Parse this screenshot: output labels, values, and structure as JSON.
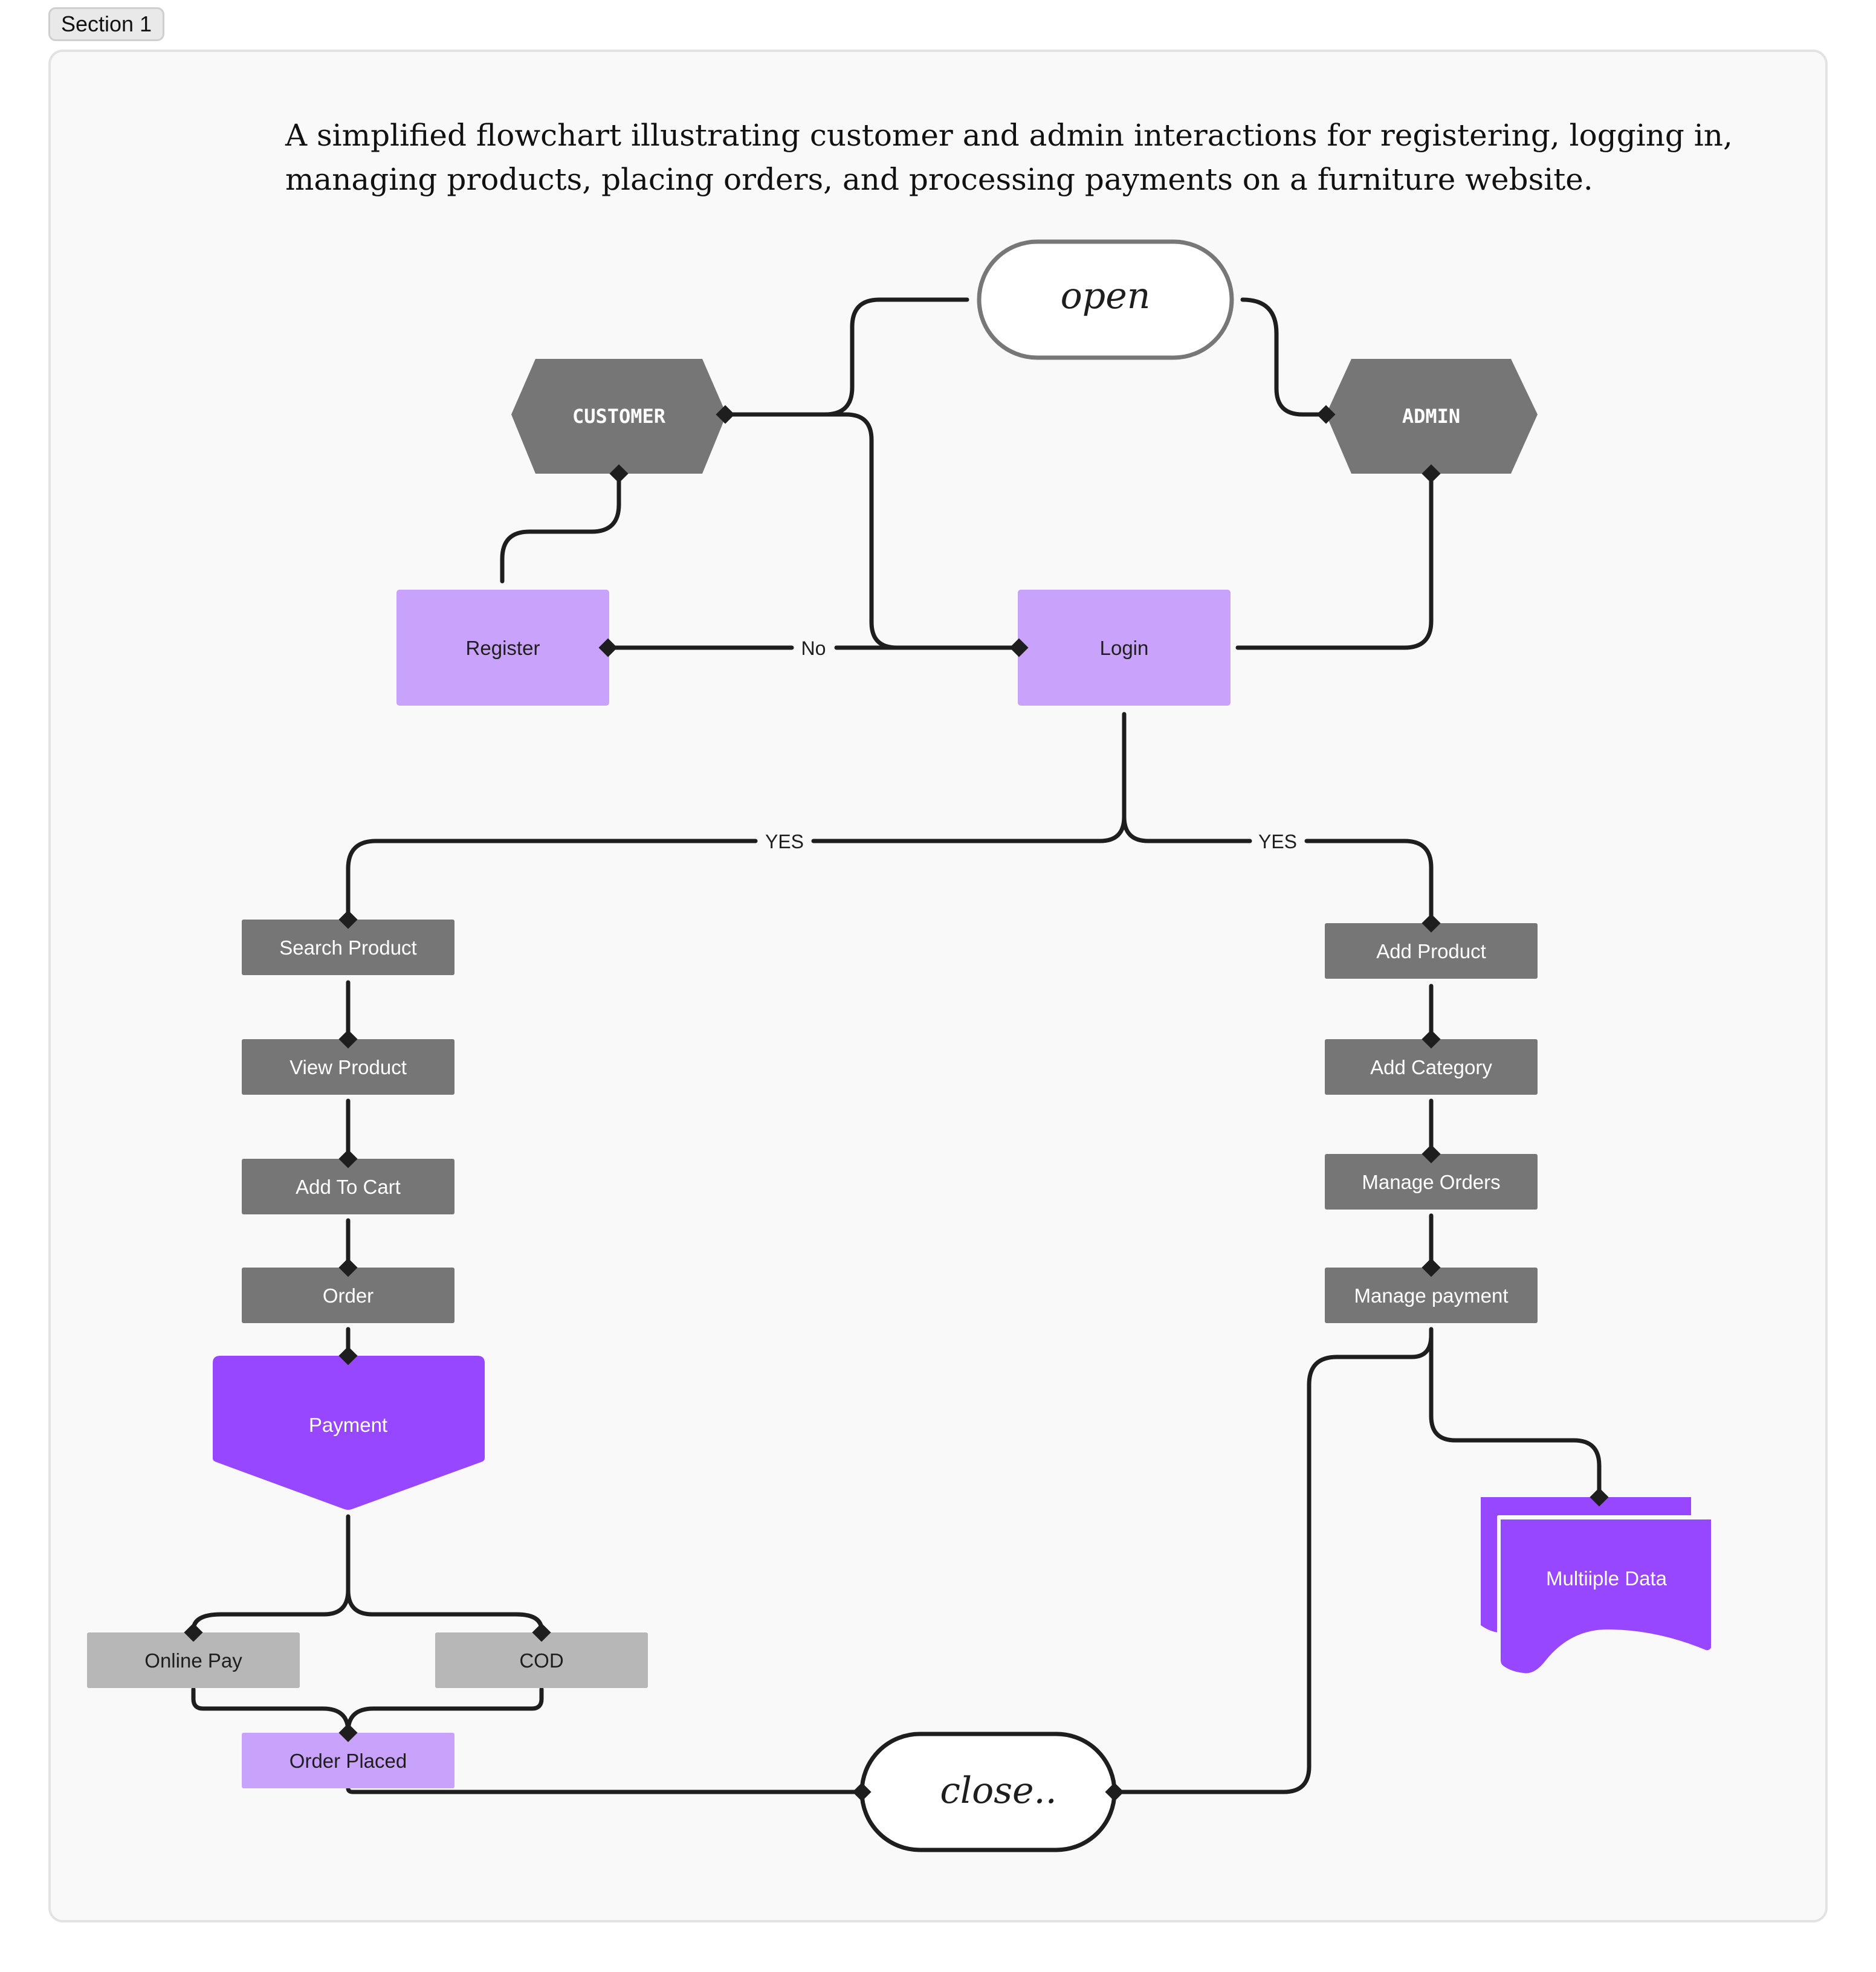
{
  "section": {
    "label": "Section 1"
  },
  "description": "A simplified flowchart illustrating customer and admin interactions for registering, logging in, managing products, placing orders, and processing payments on a furniture website.",
  "colors": {
    "dark_node": "#767676",
    "light_node": "#b7b7b7",
    "lilac_node": "#c9a3fb",
    "violet_node": "#9747ff",
    "edge": "#1e1e1e"
  },
  "nodes": {
    "open": "open",
    "customer": "CUSTOMER",
    "admin": "ADMIN",
    "register": "Register",
    "login": "Login",
    "search_product": "Search Product",
    "view_product": "View Product",
    "add_to_cart": "Add To Cart",
    "order": "Order",
    "payment": "Payment",
    "online_pay": "Online Pay",
    "cod": "COD",
    "order_placed": "Order Placed",
    "add_product": "Add Product",
    "add_category": "Add Category",
    "manage_orders": "Manage Orders",
    "manage_payment": "Manage payment",
    "multiple_data": "Multiiple Data",
    "close": "close.."
  },
  "edge_labels": {
    "no": "No",
    "yes_customer": "YES",
    "yes_admin": "YES"
  }
}
